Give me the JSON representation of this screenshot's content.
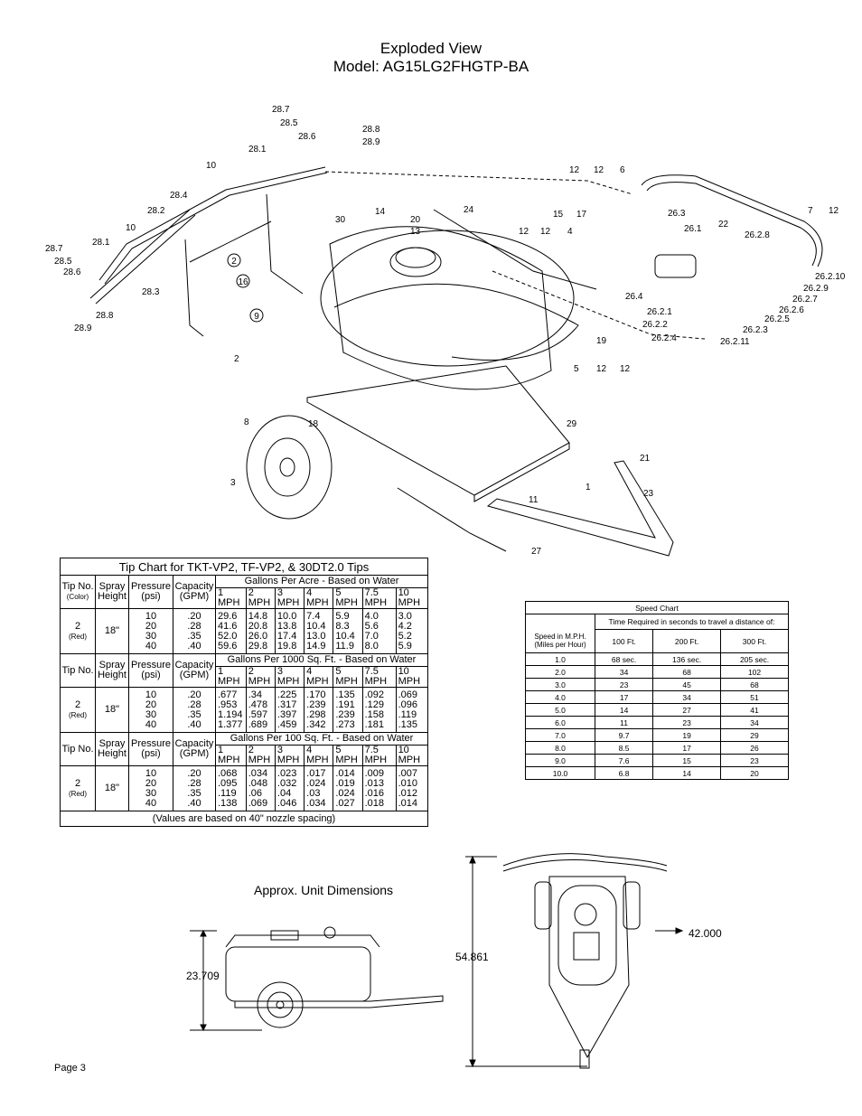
{
  "header": {
    "title_line1": "Exploded View",
    "title_line2": "Model: AG15LG2FHGTP-BA"
  },
  "part_labels": {
    "p28_7a": "28.7",
    "p28_5a": "28.5",
    "p28_6a": "28.6",
    "p28_8a": "28.8",
    "p28_9a": "28.9",
    "p28_1a": "28.1",
    "p10a": "10",
    "p28_4": "28.4",
    "p28_2": "28.2",
    "p10b": "10",
    "p28_1b": "28.1",
    "p28_7b": "28.7",
    "p28_5b": "28.5",
    "p28_6b": "28.6",
    "p28_8b": "28.8",
    "p28_9b": "28.9",
    "p28_3": "28.3",
    "p2a": "2",
    "p16": "16",
    "p9": "9",
    "p2b": "2",
    "p30": "30",
    "p14": "14",
    "p20": "20",
    "p13": "13",
    "p24": "24",
    "p12a": "12",
    "p12b": "12",
    "p6": "6",
    "p15": "15",
    "p17": "17",
    "p12c": "12",
    "p12d": "12",
    "p4": "4",
    "p26_3": "26.3",
    "p26_1": "26.1",
    "p22": "22",
    "p7": "7",
    "p12e": "12",
    "p26_2_8": "26.2.8",
    "p26_2_10": "26.2.10",
    "p26_2_9": "26.2.9",
    "p26_2_7": "26.2.7",
    "p26_2_6": "26.2.6",
    "p26_2_5": "26.2.5",
    "p26_2_3": "26.2.3",
    "p26_4": "26.4",
    "p26_2_1": "26.2.1",
    "p26_2_2": "26.2.2",
    "p26_2_4": "26.2.4",
    "p26_2_11": "26.2.11",
    "p19": "19",
    "p5": "5",
    "p12f": "12",
    "p12g": "12",
    "p8": "8",
    "p18": "18",
    "p29": "29",
    "p21": "21",
    "p3": "3",
    "p1": "1",
    "p23": "23",
    "p11": "11",
    "p27": "27"
  },
  "tip_chart": {
    "title": "Tip Chart for TKT-VP2, TF-VP2, & 30DT2.0 Tips",
    "col_tip": "Tip No.",
    "col_color": "(Color)",
    "col_spray": "Spray Height",
    "col_pressure": "Pressure (psi)",
    "col_capacity": "Capacity (GPM)",
    "mph_headers": [
      "1 MPH",
      "2 MPH",
      "3 MPH",
      "4 MPH",
      "5 MPH",
      "7.5 MPH",
      "10 MPH"
    ],
    "sections": [
      {
        "heading": "Gallons Per Acre - Based on Water",
        "tip": "2",
        "color": "(Red)",
        "spray_height": "18\"",
        "pressures": "10\n20\n30\n40",
        "capacities": ".20\n.28\n.35\n.40",
        "cols": [
          "29.6\n41.6\n52.0\n59.6",
          "14.8\n20.8\n26.0\n29.8",
          "10.0\n13.8\n17.4\n19.8",
          "7.4\n10.4\n13.0\n14.9",
          "5.9\n8.3\n10.4\n11.9",
          "4.0\n5.6\n7.0\n8.0",
          "3.0\n4.2\n5.2\n5.9"
        ]
      },
      {
        "heading": "Gallons Per 1000 Sq. Ft. - Based on Water",
        "tip": "2",
        "color": "(Red)",
        "spray_height": "18\"",
        "pressures": "10\n20\n30\n40",
        "capacities": ".20\n.28\n.35\n.40",
        "cols": [
          ".677\n.953\n1.194\n1.377",
          ".34\n.478\n.597\n.689",
          ".225\n.317\n.397\n.459",
          ".170\n.239\n.298\n.342",
          ".135\n.191\n.239\n.273",
          ".092\n.129\n.158\n.181",
          ".069\n.096\n.119\n.135"
        ]
      },
      {
        "heading": "Gallons Per 100 Sq. Ft. - Based on Water",
        "tip": "2",
        "color": "(Red)",
        "spray_height": "18\"",
        "pressures": "10\n20\n30\n40",
        "capacities": ".20\n.28\n.35\n.40",
        "cols": [
          ".068\n.095\n.119\n.138",
          ".034\n.048\n.06\n.069",
          ".023\n.032\n.04\n.046",
          ".017\n.024\n.03\n.034",
          ".014\n.019\n.024\n.027",
          ".009\n.013\n.016\n.018",
          ".007\n.010\n.012\n.014"
        ]
      }
    ],
    "footer": "(Values are based on 40\" nozzle spacing)"
  },
  "speed_chart": {
    "title": "Speed Chart",
    "subtitle": "Time Required in seconds to travel a distance of:",
    "col_speed": "Speed in M.P.H. (Miles per Hour)",
    "col_100": "100 Ft.",
    "col_200": "200 Ft.",
    "col_300": "300 Ft.",
    "rows": [
      [
        "1.0",
        "68 sec.",
        "136 sec.",
        "205 sec."
      ],
      [
        "2.0",
        "34",
        "68",
        "102"
      ],
      [
        "3.0",
        "23",
        "45",
        "68"
      ],
      [
        "4.0",
        "17",
        "34",
        "51"
      ],
      [
        "5.0",
        "14",
        "27",
        "41"
      ],
      [
        "6.0",
        "11",
        "23",
        "34"
      ],
      [
        "7.0",
        "9.7",
        "19",
        "29"
      ],
      [
        "8.0",
        "8.5",
        "17",
        "26"
      ],
      [
        "9.0",
        "7.6",
        "15",
        "23"
      ],
      [
        "10.0",
        "6.8",
        "14",
        "20"
      ]
    ]
  },
  "dimensions": {
    "title": "Approx. Unit Dimensions",
    "height": "23.709",
    "length": "54.861",
    "width": "42.000"
  },
  "footer": {
    "page": "Page 3"
  }
}
